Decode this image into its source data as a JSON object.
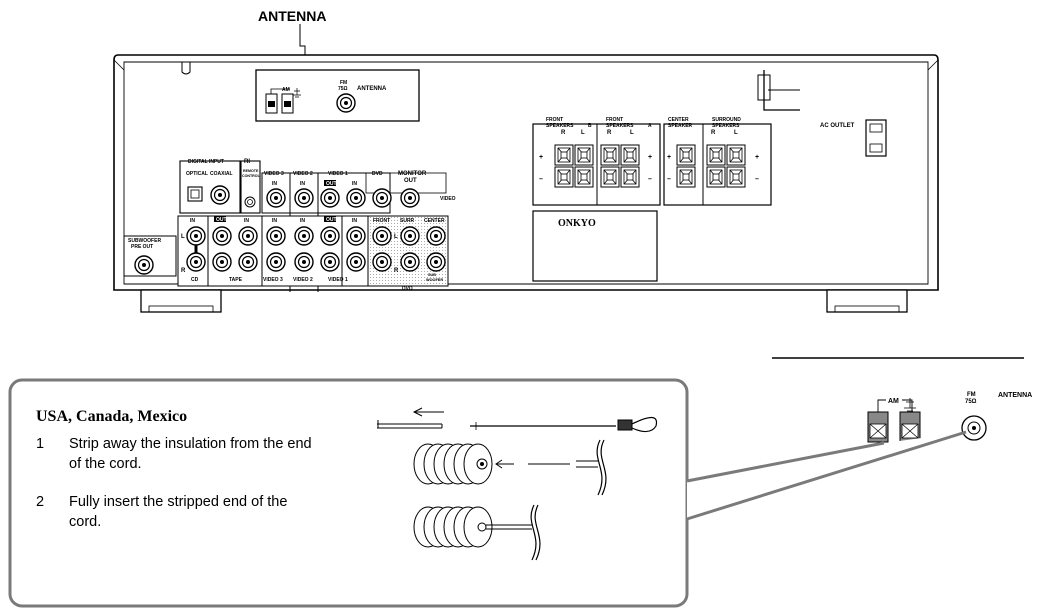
{
  "top_label": "ANTENNA",
  "panel": {
    "am": "AM",
    "fm": "FM",
    "fm_ohm": "75Ω",
    "antenna": "ANTENNA",
    "front_b": [
      "FRONT",
      "SPEAKERS",
      "B"
    ],
    "front_a": [
      "FRONT",
      "SPEAKERS",
      "A"
    ],
    "center": [
      "CENTER",
      "SPEAKER"
    ],
    "surround": [
      "SURROUND",
      "SPEAKERS"
    ],
    "r": "R",
    "l": "L",
    "plus": "+",
    "minus": "–",
    "ac_outlet": "AC OUTLET",
    "brand": "ONKYO",
    "digital_input": "DIGITAL INPUT",
    "ri": "RI",
    "optical": "OPTICAL",
    "coaxial": "COAXIAL",
    "remote_control": [
      "REMOTE",
      "CONTROL"
    ],
    "video3": "VIDEO 3",
    "video2": "VIDEO 2",
    "video1": "VIDEO 1",
    "dvd": "DVD",
    "monitor_out": [
      "MONITOR",
      "OUT"
    ],
    "video": "VIDEO",
    "in": "IN",
    "out": "OUT",
    "front": "FRONT",
    "surr": "SURR",
    "center_jack": "CENTER",
    "sub_woofer": [
      "SUB",
      "WOOFER"
    ],
    "subwoofer_pre_out": [
      "SUBWOOFER",
      "PRE OUT"
    ],
    "cd": "CD",
    "tape": "TAPE"
  },
  "callout": {
    "region": "USA, Canada, Mexico",
    "steps": [
      {
        "num": "1",
        "text": "Strip away the insulation from the end of the cord."
      },
      {
        "num": "2",
        "text": "Fully insert the stripped end of the cord."
      }
    ]
  },
  "detail": {
    "am": "AM",
    "fm": "FM",
    "fm_ohm": "75Ω",
    "antenna": "ANTENNA"
  }
}
